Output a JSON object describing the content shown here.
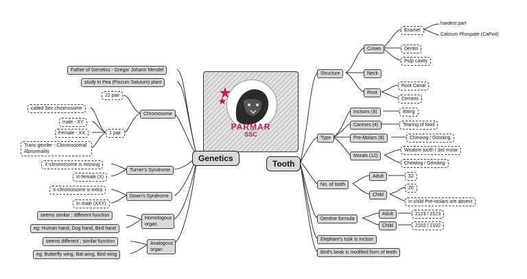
{
  "center": {
    "genetics": "Genetics",
    "tooth": "Tooth"
  },
  "logo": {
    "brand": "PARMAR",
    "sub": "SSC"
  },
  "genetics": {
    "father": "Father of Genetics - Gregor Johann Mendel",
    "study": "study in Pea (Piscum Satvium) plant",
    "chromosome": "Chromosome",
    "pairs22": "22 pair",
    "pair1": "1 pair",
    "sex": "called Sex chromosome",
    "male": "male - XY",
    "female": "Female - XX",
    "trans": "Trans gender - Chromosomal Abnormality",
    "turner": "Turner's Syndrome",
    "turner_a": "X-chromosome is missing",
    "turner_b": "In female (X)",
    "down": "Down's Syndrome",
    "down_a": "X-chromosome is extra",
    "down_b": "In male (XXY)",
    "homo": "Homologous organ",
    "homo_a": "seems similar ; different function",
    "homo_b": "eg: Human hand, Dog hand, Bird hand",
    "ana": "Analogous organ",
    "ana_a": "seems different ; similar function",
    "ana_b": "eg: Butterfly wing, Bat wing, Bird wing"
  },
  "tooth": {
    "structure": "Structure",
    "crown": "Crown",
    "enamel": "Enamel",
    "hardest": "hardest part",
    "calcium": "Calcium Phospate (CaPo4)",
    "dentin": "Dentin",
    "pulp": "Pulp cavity",
    "neck": "Neck",
    "root": "Root",
    "root_canal": "Root Canal",
    "cement": "Cement",
    "type": "Type",
    "incisors": "Incisors (8)",
    "biting": "Biting",
    "canines": "Canines (4)",
    "tearing": "Tearing of food",
    "premolars": "Pre-Molars (8)",
    "chewing1": "Chewing / Grinding",
    "molars": "Morals (12)",
    "wisdom": "Wisdom tooth / 3rd molar",
    "chewing2": "Chewing / Grinding",
    "count": "No. of tooth",
    "adult": "Adult",
    "adult_n": "32",
    "child": "Child",
    "child_n": "20",
    "child_note": "In child Pre-molars are absent",
    "formula": "Dentine formula",
    "f_adult": "Adult",
    "f_adult_v": "2123 / 2123",
    "f_child": "Child",
    "f_child_v": "2102 / 2102",
    "elephant": "Elephant's tusk is Incisor",
    "bird": "Bird's beak is modified form of teeth"
  }
}
